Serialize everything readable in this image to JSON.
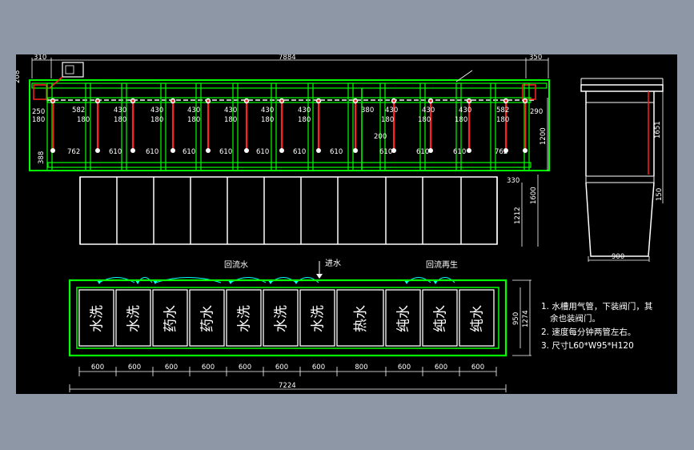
{
  "colors": {
    "background": "#000000",
    "frame": "#00ff00",
    "pipe": "#ff2020",
    "line": "#ffffff",
    "arrow": "#00ffff"
  },
  "top_view": {
    "overall": "7884",
    "left_offset": "310",
    "right_offset": "350",
    "left_height": "208",
    "side_left": "250",
    "side_right": "290",
    "upper_spacing": [
      "582",
      "430",
      "430",
      "430",
      "430",
      "430",
      "430",
      "380",
      "430",
      "430",
      "430",
      "582"
    ],
    "pipe_offsets": [
      "180",
      "180",
      "180",
      "180",
      "180",
      "180",
      "180",
      "180",
      "180",
      "180",
      "180",
      "180"
    ],
    "lower_spacing": [
      "762",
      "610",
      "610",
      "610",
      "610",
      "610",
      "610",
      "610",
      "610",
      "610",
      "610",
      "762"
    ],
    "height_1200": "1200",
    "height_388": "388",
    "mark_200": "200",
    "mark_330": "330",
    "height_1212": "1212",
    "height_1600": "1600"
  },
  "side_view": {
    "height_total": "1651",
    "height_bottom": "150",
    "width": "900"
  },
  "plan_view": {
    "label_return": "回流水",
    "label_inlet": "进水",
    "label_regen": "回流再生",
    "tanks": [
      "水洗",
      "水洗",
      "药水",
      "药水",
      "水洗",
      "水洗",
      "水洗",
      "热水",
      "纯水",
      "纯水",
      "纯水"
    ],
    "widths": [
      "600",
      "600",
      "600",
      "600",
      "600",
      "600",
      "600",
      "800",
      "600",
      "600",
      "600"
    ],
    "total_width": "7224",
    "height_inner": "950",
    "height_outer": "1274"
  },
  "notes": [
    "1. 水槽用气管，下装阀门，其",
    "余也装阀门。",
    "2. 速度每分钟两管左右。",
    "3. 尺寸L60*W95*H120"
  ]
}
